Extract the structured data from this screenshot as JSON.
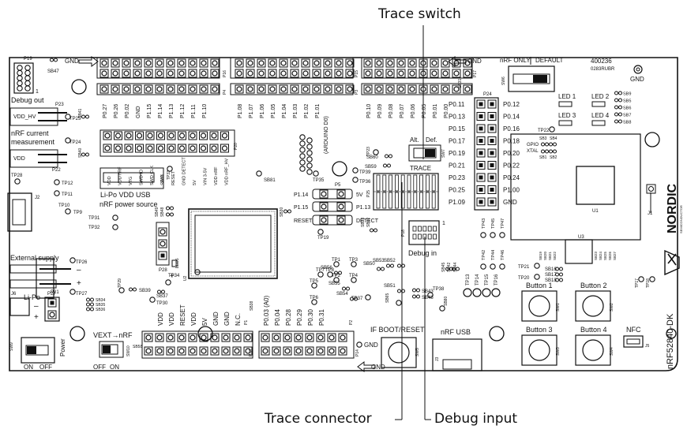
{
  "callouts": {
    "trace_switch": "Trace switch",
    "trace_connector": "Trace connector",
    "debug_input": "Debug input"
  },
  "board": {
    "name": "nRF52840-DK",
    "brand": "NORDIC",
    "brand_sub": "SEMICONDUCTOR",
    "part_no": "400236",
    "part_rev": "0283RUBR",
    "gnd": "GND",
    "p19": "P19",
    "sb47": "SB47",
    "p16": "P16",
    "p15": "P15",
    "p4": "P4",
    "p3": "P3",
    "p17": "P17",
    "sb31": "SB31",
    "nrf_only": "nRF ONLY",
    "default": "DEFAULT",
    "sw6": "SW6",
    "debug_out": "Debug out",
    "p23": "P23",
    "vdd_hv": "VDD_HV",
    "nrf_current": "nRF current",
    "measurement": "measurement",
    "vdd": "VDD",
    "p22": "P22",
    "tp28": "TP28",
    "tp25": "TP25",
    "tp24": "TP24",
    "tp12": "TP12",
    "tp11": "TP11",
    "tp10": "TP10",
    "tp9": "TP9",
    "j2": "J2",
    "tp31": "TP31",
    "tp32": "TP32",
    "external_supply": "External supply",
    "tp26": "TP26",
    "tp27": "TP27",
    "lipo_sw": "Li-Po",
    "j6": "J6",
    "p21": "P21",
    "p27": "P27",
    "lipo_power_source": "Li-Po  VDD  USB",
    "nrf_power_source": "nRF power source",
    "sw9": "SW9",
    "power": "Power",
    "on": "ON",
    "off": "OFF",
    "vext_nrf": "VEXT→nRF",
    "sw10": "SW10",
    "sb58": "SB58",
    "p28": "P28",
    "led5": "LED5",
    "p20": "P20",
    "u2": "U2",
    "sb81": "SB81",
    "sb30": "SB30",
    "tp33": "TP33",
    "tp34": "TP34",
    "tp30": "TP30",
    "tp29": "TP29",
    "arduino": "ARDUINO D0) P1.01",
    "arduino_header": "(ARDUINO D0)",
    "tp35": "TP35",
    "tp36": "TP36",
    "tp39": "TP39",
    "tp23": "TP23",
    "sb60": "SB60",
    "sb59": "SB59",
    "p5": "P5",
    "p5_left": [
      "P1.14",
      "P1.15",
      "RESET"
    ],
    "p5_right": [
      "5V",
      "P1.13",
      "DETECT"
    ],
    "tp19": "TP19",
    "sb33": "SB33",
    "sb32": "SB32",
    "alt": "Alt.",
    "def": "Def.",
    "trace_label": "TRACE",
    "sw7": "SW7",
    "p25": "P25",
    "p18": "P18",
    "debug_in": "Debug in",
    "pin1": "1",
    "p24": "P24",
    "p24_left": [
      "P0.11",
      "P0.13",
      "P0.15",
      "P0.17",
      "P0.19",
      "P0.21",
      "P0.23",
      "P0.25",
      "P1.09"
    ],
    "p24_right": [
      "P0.12",
      "P0.14",
      "P0.16",
      "P0.18",
      "P0.20",
      "P0.22",
      "P0.24",
      "P1.00",
      "GND"
    ],
    "led1": "LED 1",
    "led2": "LED 2",
    "led3": "LED 3",
    "led4": "LED 4",
    "sb_led": [
      "SB9",
      "SB5",
      "SB6",
      "SB7",
      "SB8"
    ],
    "tp22": "TP22",
    "sb3": "SB3",
    "sb4": "SB4",
    "gpio": "GPIO",
    "xtal": "XTAL",
    "sb1": "SB1",
    "sb2": "SB2",
    "u1": "U1",
    "j1": "J1",
    "u3": "U3",
    "tp21": "TP21",
    "tp20": "TP20",
    "sb16": "SB16",
    "sb17": "SB17",
    "sb18": "SB18",
    "button1": "Button 1",
    "button2": "Button 2",
    "button3": "Button 3",
    "button4": "Button 4",
    "sw1": "SW1",
    "sw2": "SW2",
    "sw3": "SW3",
    "sw4": "SW4",
    "nfc": "NFC",
    "tp17": "TP17",
    "tp18": "TP18",
    "if_boot_reset": "IF BOOT/RESET",
    "sw5": "SW5",
    "nrf_usb": "nRF USB",
    "j3": "J3",
    "sb_mid": [
      "SB53",
      "SB52",
      "SB51",
      "SB50",
      "SB54",
      "SB55",
      "SB56"
    ],
    "tp_mid": [
      "TP1",
      "TP2",
      "TP3",
      "TP4",
      "TP5",
      "TP6",
      "TP7",
      "TP8"
    ],
    "tp37": "TP37",
    "tp38": "TP38",
    "sb43": "SB43",
    "sb46": "SB46",
    "sb65": "SB65",
    "sb80": "SB80",
    "sb45": "SB45",
    "sb42": "SB42",
    "sb44": "SB44",
    "tp_col": [
      "TP13",
      "TP14",
      "TP15",
      "TP16"
    ],
    "tp_col2": [
      "TP43",
      "TP45",
      "TP47",
      "TP42",
      "TP44",
      "TP46"
    ],
    "sb34": "SB34",
    "sb35": "SB35",
    "sb36": "SB36",
    "sb37": "SB37",
    "sb38": "SB38",
    "sb39": "SB39",
    "top_left_pins": [
      "P0.27",
      "P0.26",
      "P0.02",
      "GND",
      "P1.15",
      "P1.14",
      "P1.13",
      "P1.12",
      "P1.11",
      "P1.10"
    ],
    "top_mid_pins": [
      "P1.08",
      "P1.07",
      "P1.06",
      "P1.05",
      "P1.04",
      "P1.03",
      "P1.02",
      "P1.01"
    ],
    "top_right_pins": [
      "P0.10",
      "P0.09",
      "P0.08",
      "P0.07",
      "P0.06",
      "P0.05",
      "P0.01",
      "P0.00"
    ],
    "p20_pins": [
      "VDD",
      "VDD nRF",
      "VTG",
      "SWD IO",
      "SWD CLK",
      "SWO",
      "RESET",
      "GND DETECT",
      "5V",
      "VIN 3-5V",
      "VDD nRF",
      "VDD nRF_HV"
    ],
    "bottom_left_pins": [
      "VDD",
      "VDD",
      "RESET",
      "VDD",
      "5V",
      "GND",
      "GND",
      "N.C."
    ],
    "bottom_right_pins": [
      "P0.03 (A0)",
      "P0.04",
      "P0.28",
      "P0.29",
      "P0.30",
      "P0.31"
    ],
    "p1": "P1",
    "p2": "P2",
    "p13": "P13",
    "p14": "P14",
    "sb41": "SB41",
    "sb40": "SB40",
    "sb49": "SB49",
    "sb48": "SB48",
    "sb_u3": [
      "SB19",
      "SB20",
      "SB21",
      "SB22",
      "SB23",
      "SB24",
      "SB25",
      "SB26",
      "SB27"
    ]
  }
}
